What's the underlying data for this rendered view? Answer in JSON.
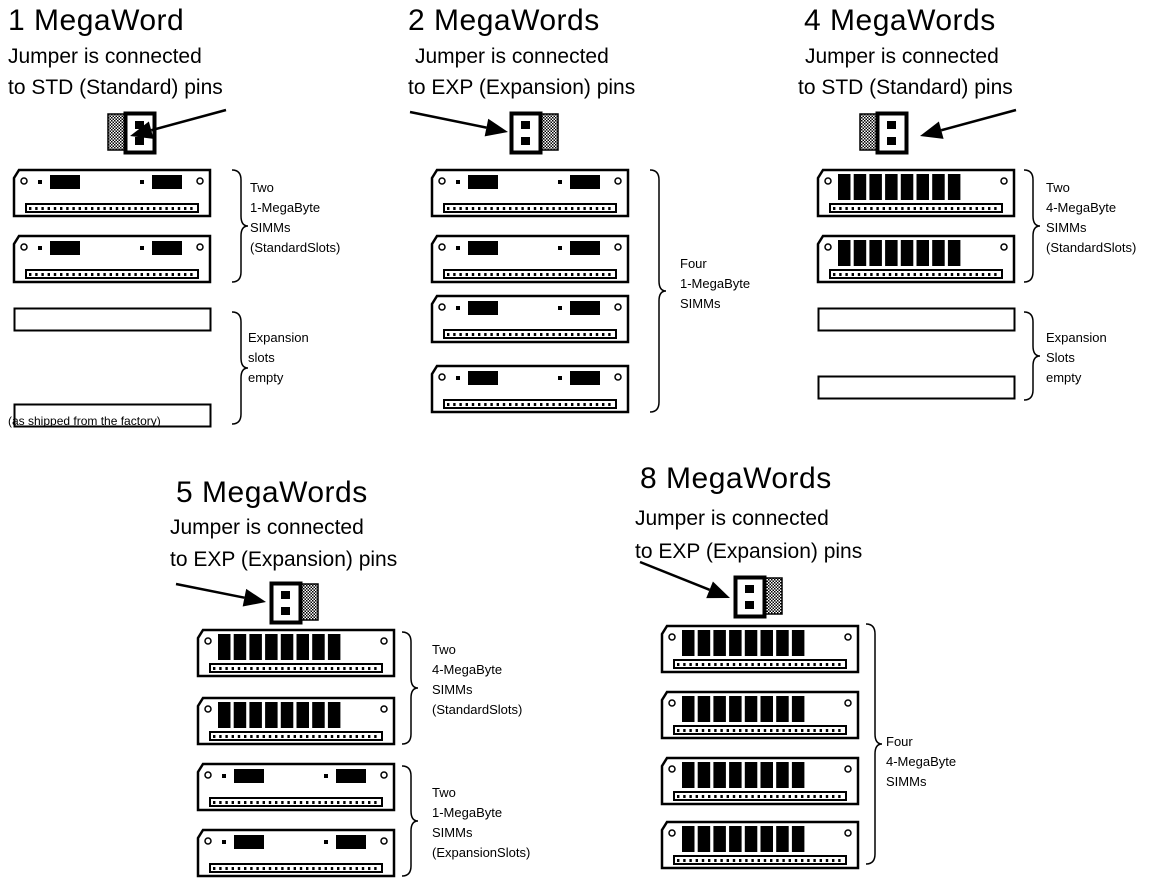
{
  "panels": [
    {
      "title": "1   MegaWord",
      "jumper_line1": "Jumper is connected",
      "jumper_line2": "to STD (Standard) pins",
      "jumper_setting": "STD",
      "groups": [
        {
          "label": "Two\n1-MegaByte\nSIMMs\n(StandardSlots)",
          "count": 2,
          "simm_type": "1MB"
        },
        {
          "label": "Expansion\nslots\nempty",
          "count": 2,
          "simm_type": "empty"
        }
      ],
      "footnote": "(as shipped from the factory)"
    },
    {
      "title": "2   MegaWords",
      "jumper_line1": "Jumper is connected",
      "jumper_line2": "to EXP (Expansion) pins",
      "jumper_setting": "EXP",
      "groups": [
        {
          "label": "Four\n1-MegaByte\nSIMMs",
          "count": 4,
          "simm_type": "1MB"
        }
      ]
    },
    {
      "title": "4   MegaWords",
      "jumper_line1": "Jumper is connected",
      "jumper_line2": "to STD (Standard) pins",
      "jumper_setting": "STD",
      "groups": [
        {
          "label": "Two\n4-MegaByte\nSIMMs\n(StandardSlots)",
          "count": 2,
          "simm_type": "4MB"
        },
        {
          "label": "Expansion\nSlots\nempty",
          "count": 2,
          "simm_type": "empty"
        }
      ]
    },
    {
      "title": "5   MegaWords",
      "jumper_line1": "Jumper is connected",
      "jumper_line2": "to EXP (Expansion) pins",
      "jumper_setting": "EXP",
      "groups": [
        {
          "label": "Two\n4-MegaByte\nSIMMs\n(StandardSlots)",
          "count": 2,
          "simm_type": "4MB"
        },
        {
          "label": "Two\n1-MegaByte\nSIMMs\n(ExpansionSlots)",
          "count": 2,
          "simm_type": "1MB"
        }
      ]
    },
    {
      "title": "8   MegaWords",
      "jumper_line1": "Jumper is connected",
      "jumper_line2": "to EXP (Expansion) pins",
      "jumper_setting": "EXP",
      "groups": [
        {
          "label": "Four\n4-MegaByte\nSIMMs",
          "count": 4,
          "simm_type": "4MB"
        }
      ]
    }
  ]
}
